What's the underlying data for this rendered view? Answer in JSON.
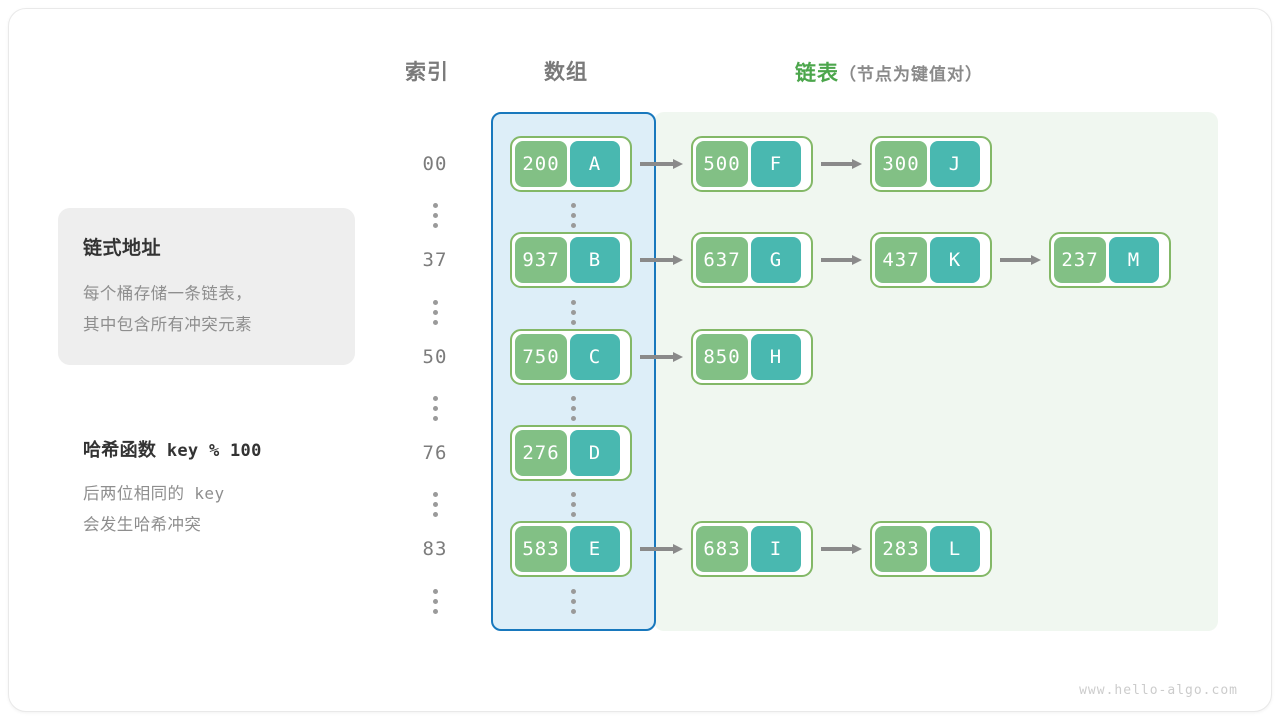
{
  "headers": {
    "index": "索引",
    "array": "数组",
    "list_accent": "链表",
    "list_sub": "（节点为键值对）"
  },
  "info_box": {
    "title": "链式地址",
    "line1": "每个桶存储一条链表，",
    "line2": "其中包含所有冲突元素"
  },
  "hash_note": {
    "title_cn": "哈希函数",
    "title_expr": "key % 100",
    "line1_cn": "后两位相同的",
    "line1_mono": "key",
    "line2": "会发生哈希冲突"
  },
  "colors": {
    "node_border": "#83b867",
    "node_key_bg": "#82c085",
    "node_val_bg": "#49b8b0",
    "array_region_bg": "#ddeef8",
    "array_region_border": "#1878bd",
    "list_region_bg": "#f0f7f0",
    "accent_green": "#4ca64c",
    "arrow": "#8a8a8a",
    "info_box_bg": "#eeeeee"
  },
  "rows": [
    {
      "index": "00",
      "bucket": {
        "key": "200",
        "value": "A"
      },
      "chain": [
        {
          "key": "500",
          "value": "F"
        },
        {
          "key": "300",
          "value": "J"
        }
      ]
    },
    {
      "index": "37",
      "bucket": {
        "key": "937",
        "value": "B"
      },
      "chain": [
        {
          "key": "637",
          "value": "G"
        },
        {
          "key": "437",
          "value": "K"
        },
        {
          "key": "237",
          "value": "M"
        }
      ]
    },
    {
      "index": "50",
      "bucket": {
        "key": "750",
        "value": "C"
      },
      "chain": [
        {
          "key": "850",
          "value": "H"
        }
      ]
    },
    {
      "index": "76",
      "bucket": {
        "key": "276",
        "value": "D"
      },
      "chain": []
    },
    {
      "index": "83",
      "bucket": {
        "key": "583",
        "value": "E"
      },
      "chain": [
        {
          "key": "683",
          "value": "I"
        },
        {
          "key": "283",
          "value": "L"
        }
      ]
    }
  ],
  "ellipsis_symbol": "⋮",
  "footer": "www.hello-algo.com"
}
